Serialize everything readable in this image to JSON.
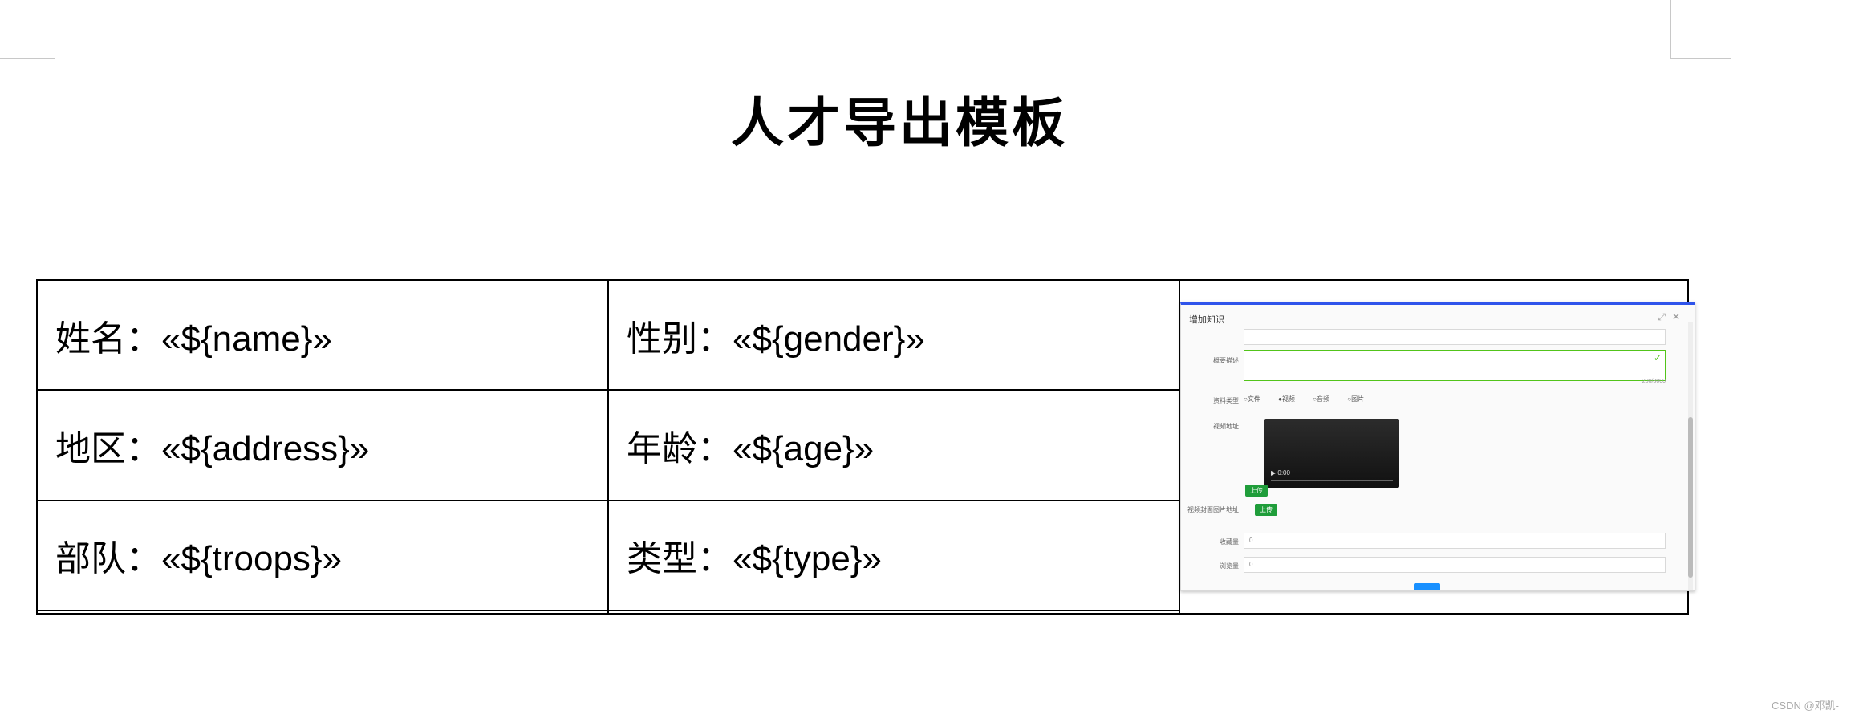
{
  "document": {
    "title": "人才导出模板",
    "rows": [
      [
        {
          "label": "姓名：",
          "field": "«${name}»"
        },
        {
          "label": "性别：",
          "field": "«${gender}»"
        }
      ],
      [
        {
          "label": "地区：",
          "field": "«${address}»"
        },
        {
          "label": "年龄：",
          "field": "«${age}»"
        }
      ],
      [
        {
          "label": "部队：",
          "field": "«${troops}»"
        },
        {
          "label": "类型：",
          "field": "«${type}»"
        }
      ]
    ]
  },
  "embedded_screenshot": {
    "dialog_title": "增加知识",
    "summary_label": "概要描述",
    "summary_counter": "200/3000",
    "material_type_label": "资料类型",
    "material_types": [
      "文件",
      "视频",
      "音频",
      "图片"
    ],
    "selected_type": "视频",
    "video_url_label": "视频地址",
    "video_time": "0:00",
    "upload_label": "上传",
    "cover_label": "视频封面图片地址",
    "collect_label": "收藏量",
    "collect_value": "0",
    "view_label": "浏览量",
    "view_value": "0"
  },
  "watermark": "CSDN @邓凯-"
}
